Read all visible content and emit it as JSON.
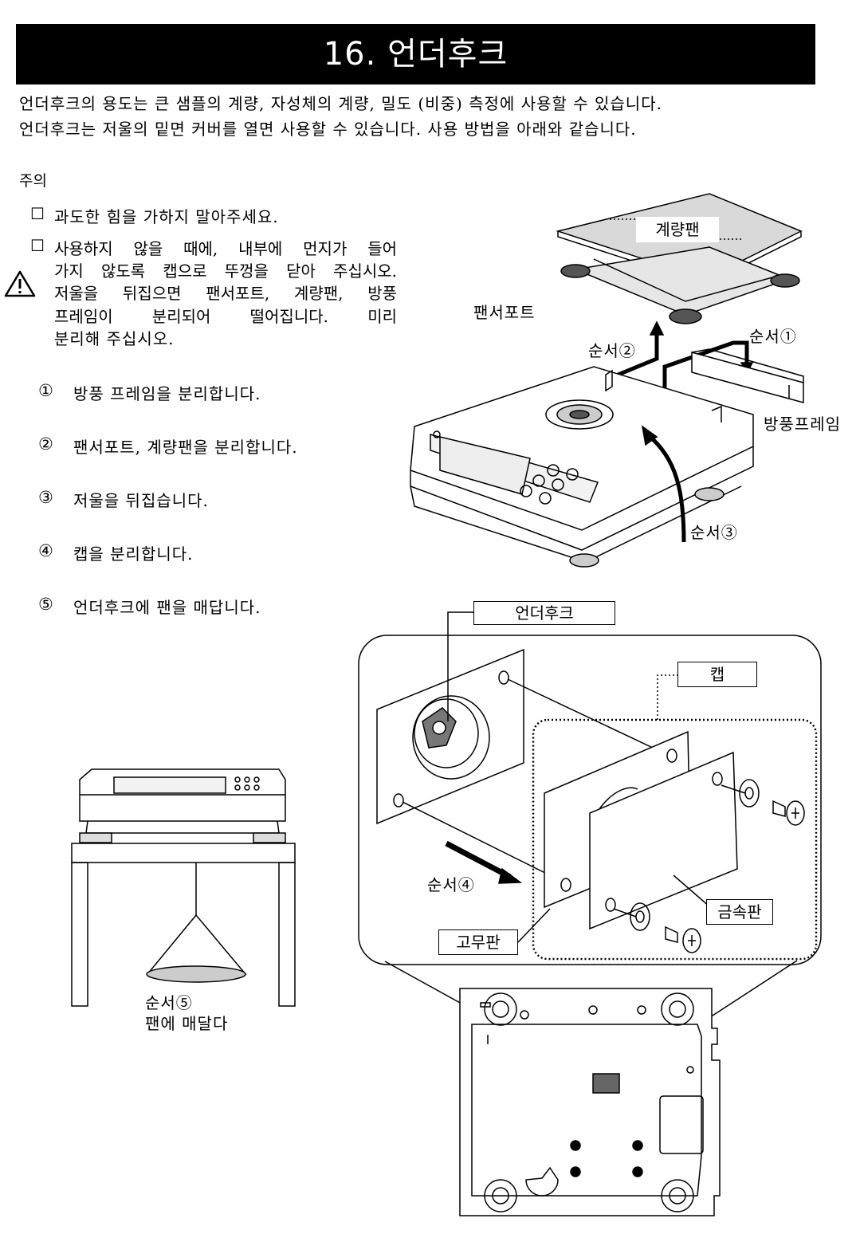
{
  "section": {
    "title": "16. 언더후크"
  },
  "intro": [
    "언더후크의 용도는 큰 샘플의 계량, 자성체의 계량, 밀도 (비중) 측정에 사용할 수 있습니다.",
    "언더후크는 저울의 밑면 커버를 열면 사용할 수 있습니다. 사용 방법을 아래와 같습니다."
  ],
  "caution": {
    "heading": "주의",
    "items": [
      "과도한 힘을 가하지 말아주세요.",
      "사용하지 않을 때에, 내부에 먼지가 들어"
    ],
    "warning_lines": [
      "가지 않도록 캡으로 뚜껑을 닫아 주십시오.",
      "저울을 뒤집으면 팬서포트, 계량팬, 방풍",
      "프레임이 분리되어 떨어집니다. 미리",
      "분리해 주십시오."
    ]
  },
  "steps": [
    {
      "num": "①",
      "text": "방풍 프레임을 분리합니다."
    },
    {
      "num": "②",
      "text": "팬서포트, 계량팬을 분리합니다."
    },
    {
      "num": "③",
      "text": "저울을 뒤집습니다."
    },
    {
      "num": "④",
      "text": "캡을 분리합니다."
    },
    {
      "num": "⑤",
      "text": "언더후크에 팬을 매답니다."
    }
  ],
  "labels": {
    "weighing_pan": "계량팬",
    "pan_support": "팬서포트",
    "step1": "순서①",
    "step2": "순서②",
    "step3": "순서③",
    "step4": "순서④",
    "step5": "순서⑤",
    "hang_pan": "팬에 매달다",
    "windshield": "방풍프레임",
    "under_hook": "언더후크",
    "cap": "캡",
    "metal_plate": "금속판",
    "rubber_plate": "고무판"
  }
}
